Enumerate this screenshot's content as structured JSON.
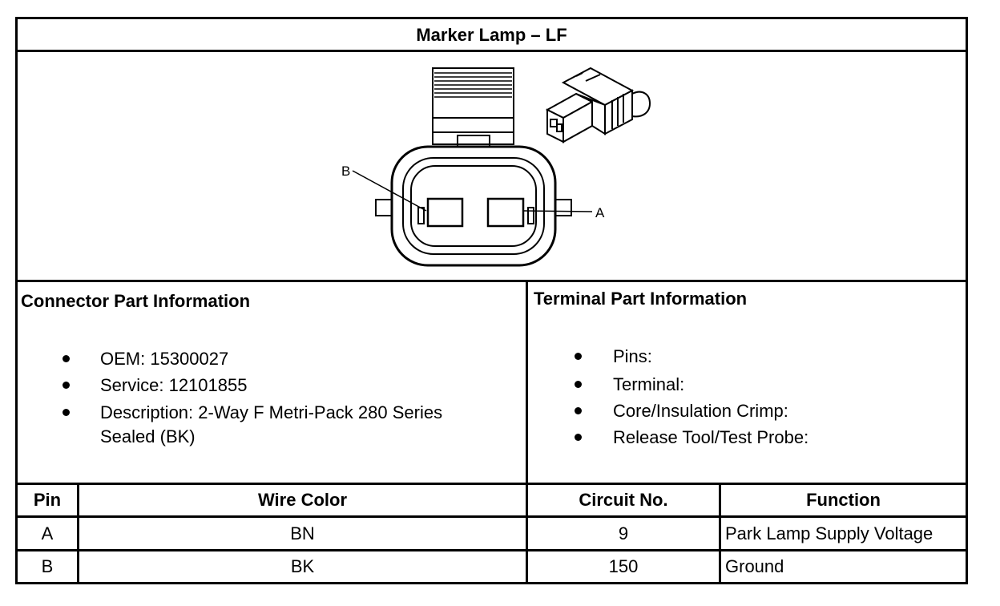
{
  "title": "Marker Lamp – LF",
  "diagram": {
    "label_a": "A",
    "label_b": "B"
  },
  "connector": {
    "heading": "Connector Part Information",
    "items": [
      "OEM: 15300027",
      "Service: 12101855",
      "Description: 2-Way F Metri-Pack 280 Series",
      "Sealed (BK)"
    ]
  },
  "terminal": {
    "heading": "Terminal Part Information",
    "items": [
      "Pins:",
      "Terminal:",
      "Core/Insulation Crimp:",
      "Release Tool/Test Probe:"
    ]
  },
  "table": {
    "headers": [
      "Pin",
      "Wire Color",
      "Circuit No.",
      "Function"
    ],
    "rows": [
      [
        "A",
        "BN",
        "9",
        "Park Lamp Supply Voltage"
      ],
      [
        "B",
        "BK",
        "150",
        "Ground"
      ]
    ]
  }
}
